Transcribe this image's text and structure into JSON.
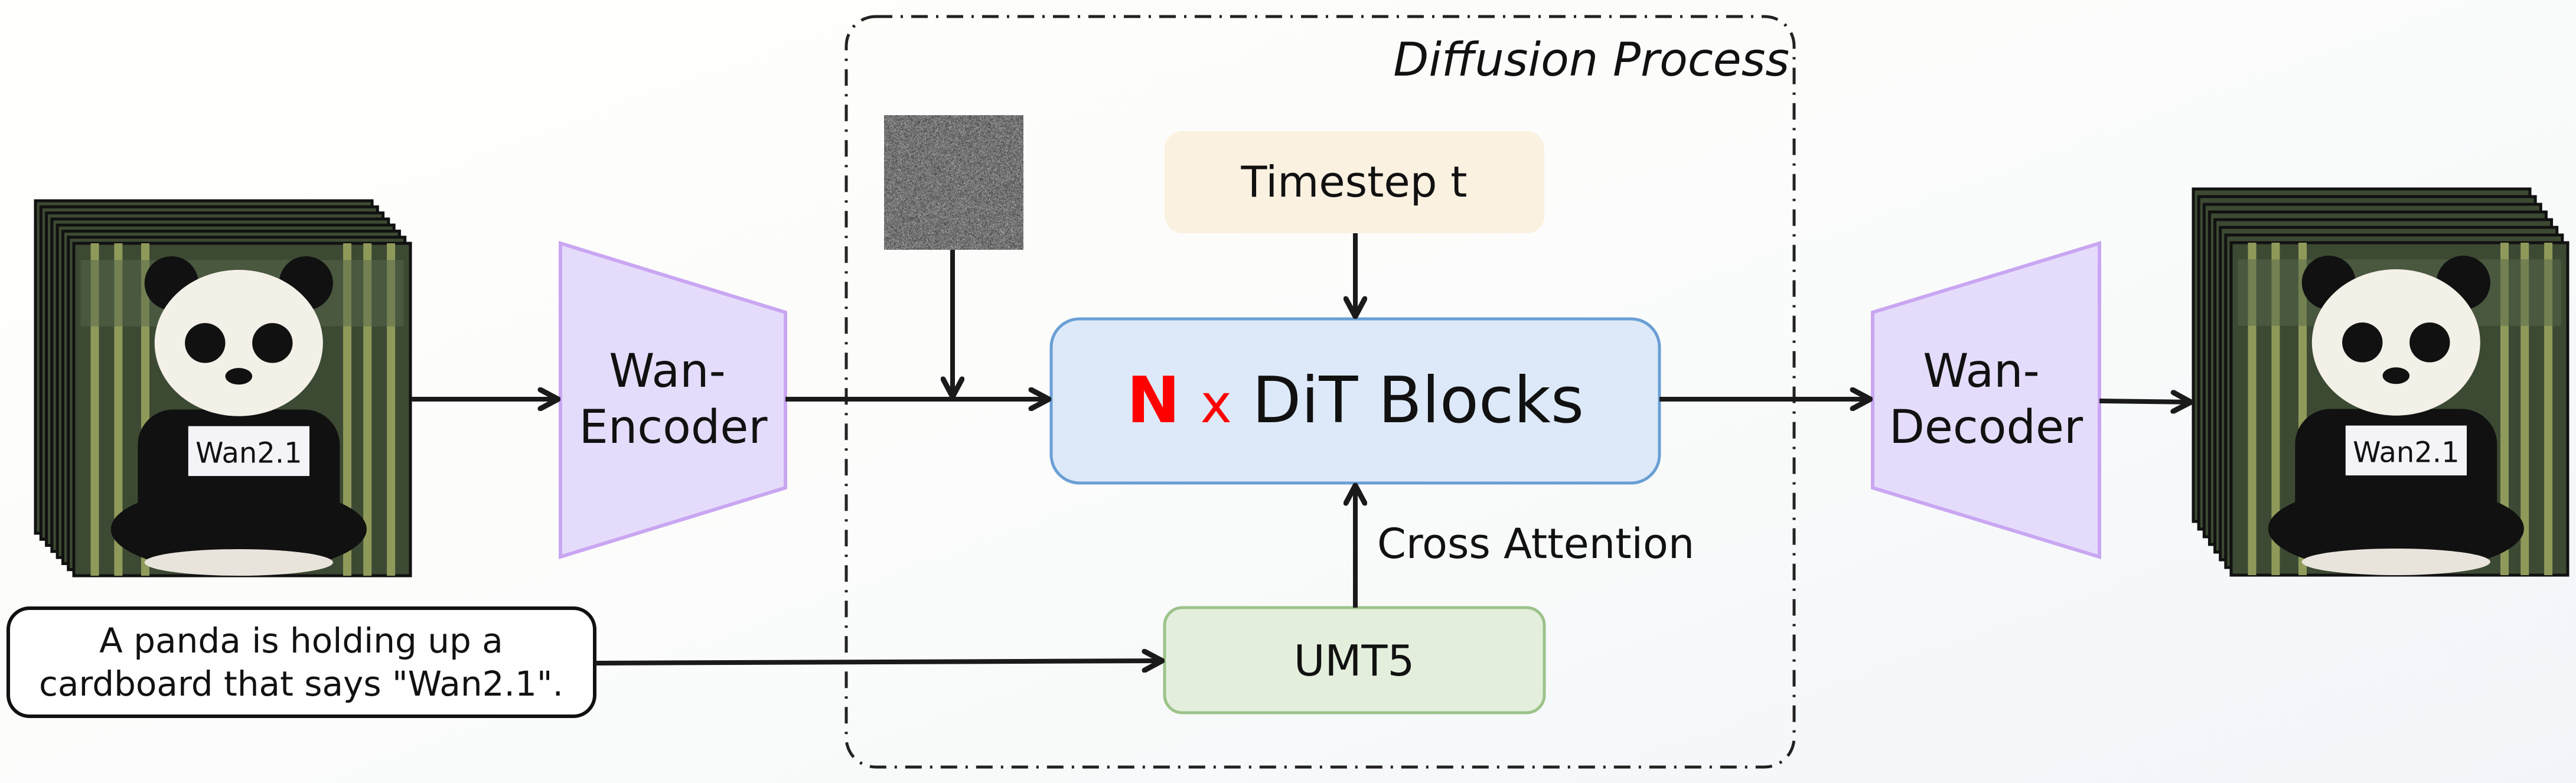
{
  "diffusion": {
    "label": "Diffusion Process"
  },
  "timestep": {
    "label": "Timestep t"
  },
  "dit": {
    "multiplier": "N",
    "times": "x",
    "label": "DiT Blocks"
  },
  "cross_attention": {
    "label": "Cross Attention"
  },
  "umt5": {
    "label": "UMT5"
  },
  "encoder": {
    "line1": "Wan-",
    "line2": "Encoder"
  },
  "decoder": {
    "line1": "Wan-",
    "line2": "Decoder"
  },
  "prompt": {
    "line1": "A panda is holding up a",
    "line2": "cardboard that says \"Wan2.1\"."
  },
  "frames": {
    "sign_text": "Wan2.1"
  },
  "colors": {
    "timestep_fill": "#faf1e0",
    "dit_fill": "#dde9f8",
    "dit_stroke": "#6a9fd4",
    "umt5_fill": "#e3efdc",
    "umt5_stroke": "#9cc38a",
    "vae_fill": "#e5dcfb",
    "vae_stroke": "#c9a6f2",
    "accent_red": "#ff0000"
  }
}
